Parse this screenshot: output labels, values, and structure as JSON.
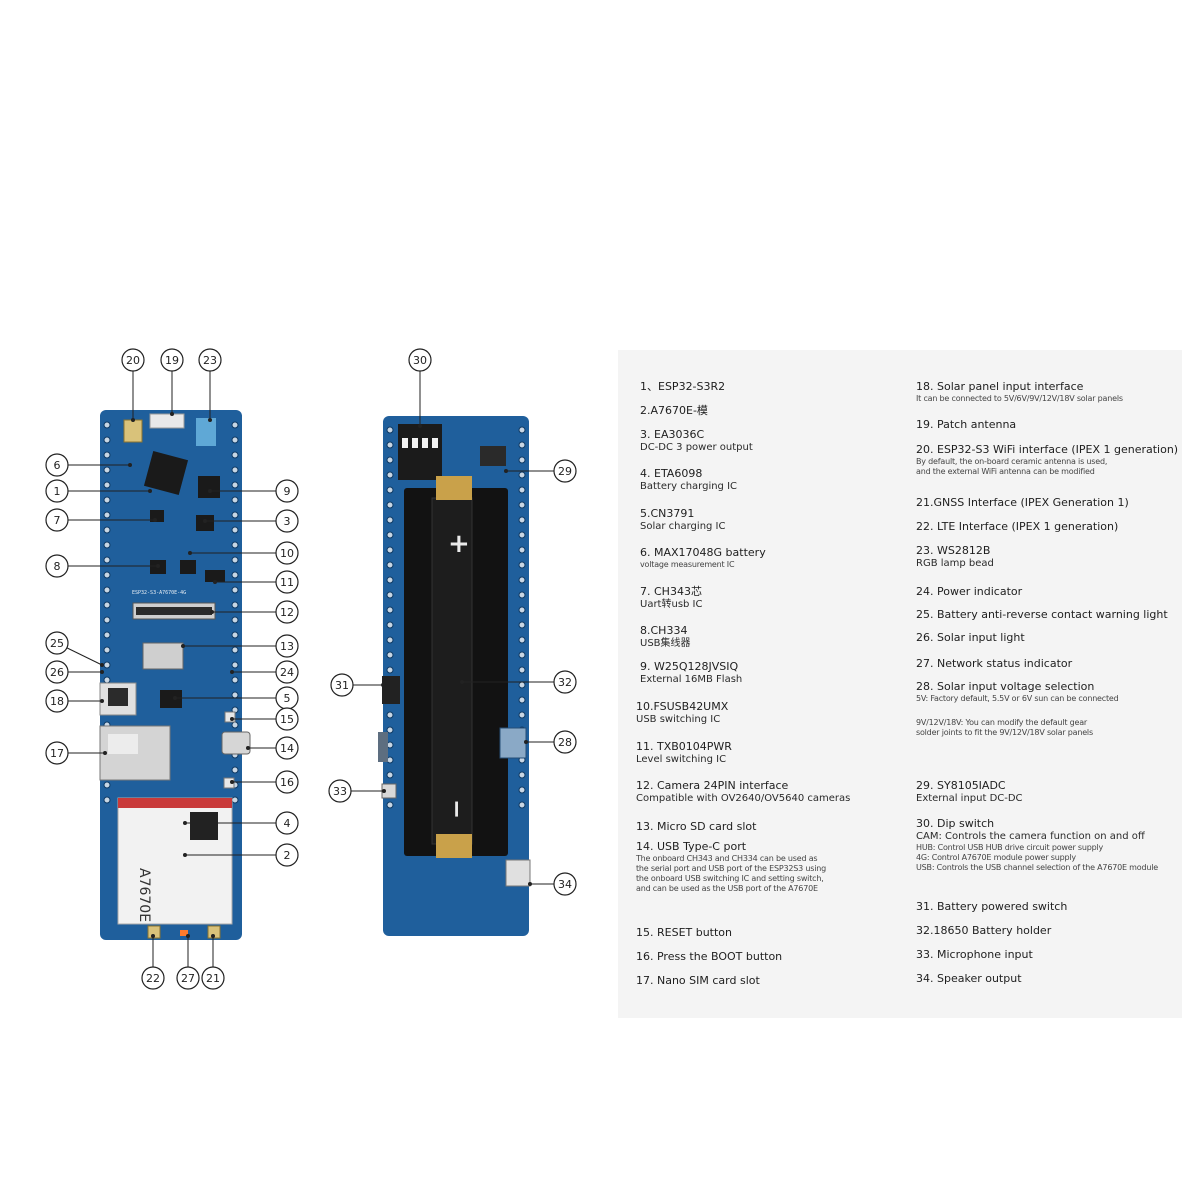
{
  "colors": {
    "pcb": "#1f5f9c",
    "pcb_dark": "#0f3a64",
    "chip": "#1a1a1a",
    "battery_holder": "#121212",
    "gold": "#c9a14a",
    "callout": "#222222",
    "panel": "#f4f4f4"
  },
  "board": {
    "module_label": "A7670E",
    "silk_label": "ESP32-S3-A7670E-4G",
    "plus_mark": "+",
    "minus_mark": "−"
  },
  "callouts": [
    {
      "n": "1",
      "label": "1"
    },
    {
      "n": "2",
      "label": "2"
    },
    {
      "n": "3",
      "label": "3"
    },
    {
      "n": "4",
      "label": "4"
    },
    {
      "n": "5",
      "label": "5"
    },
    {
      "n": "6",
      "label": "6"
    },
    {
      "n": "7",
      "label": "7"
    },
    {
      "n": "8",
      "label": "8"
    },
    {
      "n": "9",
      "label": "9"
    },
    {
      "n": "10",
      "label": "10"
    },
    {
      "n": "11",
      "label": "11"
    },
    {
      "n": "12",
      "label": "12"
    },
    {
      "n": "13",
      "label": "13"
    },
    {
      "n": "14",
      "label": "14"
    },
    {
      "n": "15",
      "label": "15"
    },
    {
      "n": "16",
      "label": "16"
    },
    {
      "n": "17",
      "label": "17"
    },
    {
      "n": "18",
      "label": "18"
    },
    {
      "n": "19",
      "label": "19"
    },
    {
      "n": "20",
      "label": "20"
    },
    {
      "n": "21",
      "label": "21"
    },
    {
      "n": "22",
      "label": "22"
    },
    {
      "n": "23",
      "label": "23"
    },
    {
      "n": "24",
      "label": "24"
    },
    {
      "n": "25",
      "label": "25"
    },
    {
      "n": "26",
      "label": "26"
    },
    {
      "n": "27",
      "label": "27"
    },
    {
      "n": "28",
      "label": "28"
    },
    {
      "n": "29",
      "label": "29"
    },
    {
      "n": "30",
      "label": "30"
    },
    {
      "n": "31",
      "label": "31"
    },
    {
      "n": "32",
      "label": "32"
    },
    {
      "n": "33",
      "label": "33"
    },
    {
      "n": "34",
      "label": "34"
    }
  ],
  "legend": {
    "items": [
      {
        "key": "1",
        "title": "1、ESP32-S3R2",
        "lines": []
      },
      {
        "key": "2",
        "title": "2.A7670E-模",
        "lines": []
      },
      {
        "key": "3",
        "title": "3. EA3036C",
        "lines": [
          "DC-DC 3 power output"
        ]
      },
      {
        "key": "4",
        "title": "4. ETA6098",
        "lines": [
          "Battery charging IC"
        ]
      },
      {
        "key": "5",
        "title": "5.CN3791",
        "lines": [
          "Solar charging IC"
        ]
      },
      {
        "key": "6",
        "title": "6. MAX17048G battery",
        "lines": [
          "voltage measurement IC"
        ]
      },
      {
        "key": "7",
        "title": "7. CH343芯",
        "lines": [
          "Uart转usb IC"
        ]
      },
      {
        "key": "8",
        "title": "8.CH334",
        "lines": [
          "USB集线器"
        ]
      },
      {
        "key": "9",
        "title": "9. W25Q128JVSIQ",
        "lines": [
          "External 16MB Flash"
        ]
      },
      {
        "key": "10",
        "title": "10.FSUSB42UMX",
        "lines": [
          "USB switching IC"
        ]
      },
      {
        "key": "11",
        "title": "11. TXB0104PWR",
        "lines": [
          "Level switching IC"
        ]
      },
      {
        "key": "12",
        "title": "12. Camera 24PIN interface",
        "lines": [
          "Compatible with OV2640/OV5640 cameras"
        ]
      },
      {
        "key": "13",
        "title": "13. Micro SD card slot",
        "lines": []
      },
      {
        "key": "14",
        "title": "14. USB Type-C port",
        "lines": [
          "The onboard CH343 and CH334 can be used as",
          "the serial port and USB port of the ESP32S3 using",
          "the onboard USB switching IC and setting switch,",
          "and can be used as the USB port of the A7670E"
        ]
      },
      {
        "key": "15",
        "title": "15. RESET button",
        "lines": []
      },
      {
        "key": "16",
        "title": "16. Press the BOOT button",
        "lines": []
      },
      {
        "key": "17",
        "title": "17. Nano SIM card slot",
        "lines": []
      },
      {
        "key": "18",
        "title": "18. Solar panel input interface",
        "lines": [
          "It can be connected to 5V/6V/9V/12V/18V solar panels"
        ]
      },
      {
        "key": "19",
        "title": "19. Patch antenna",
        "lines": []
      },
      {
        "key": "20",
        "title": "20. ESP32-S3 WiFi interface (IPEX 1 generation)",
        "lines": [
          "By default, the on-board ceramic antenna is used,",
          "and the external WiFi antenna can be modified"
        ]
      },
      {
        "key": "21",
        "title": "21.GNSS Interface (IPEX Generation 1)",
        "lines": []
      },
      {
        "key": "22",
        "title": "22. LTE Interface (IPEX 1 generation)",
        "lines": []
      },
      {
        "key": "23",
        "title": "23. WS2812B",
        "lines": [
          "RGB lamp bead"
        ]
      },
      {
        "key": "24",
        "title": "24. Power indicator",
        "lines": []
      },
      {
        "key": "25",
        "title": "25. Battery anti-reverse contact warning light",
        "lines": []
      },
      {
        "key": "26",
        "title": "26. Solar input light",
        "lines": []
      },
      {
        "key": "27",
        "title": "27. Network status indicator",
        "lines": []
      },
      {
        "key": "28",
        "title": "28. Solar input voltage selection",
        "lines": [
          "5V: Factory default, 5.5V or 6V sun can be connected",
          "",
          "9V/12V/18V: You can modify the default gear",
          "solder joints to fit the 9V/12V/18V solar panels"
        ]
      },
      {
        "key": "29",
        "title": "29. SY8105IADC",
        "lines": [
          "External input DC-DC"
        ]
      },
      {
        "key": "30",
        "title": "30. Dip switch",
        "lines": [
          "CAM: Controls the camera function on and off",
          "HUB: Control USB HUB drive circuit power supply",
          "4G: Control A7670E module power supply",
          "USB: Controls the USB channel selection of the A7670E module"
        ]
      },
      {
        "key": "31",
        "title": "31. Battery powered switch",
        "lines": []
      },
      {
        "key": "32",
        "title": "32.18650 Battery holder",
        "lines": []
      },
      {
        "key": "33",
        "title": "33. Microphone input",
        "lines": []
      },
      {
        "key": "34",
        "title": "34. Speaker output",
        "lines": []
      }
    ]
  }
}
